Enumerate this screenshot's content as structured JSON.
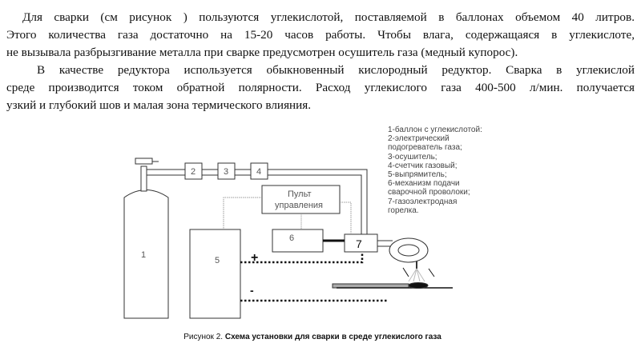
{
  "text": {
    "p1": [
      "Для сварки (см рисунок ) пользуются углекислотой, поставляемой в баллонах объемом 40 литров.",
      "Этого количества газа достаточно на 15-20 часов работы. Чтобы влага, содержащаяся в углекислоте,",
      "не вызывала разбрызгивание металла при сварке предусмотрен осушитель газа (медный купорос)."
    ],
    "p2": [
      "В качестве редуктора используется обыкновенный кислородный редуктор. Сварка в углекислой",
      "среде производится током обратной полярности. Расход углекислого газа 400-500 л/мин. получается",
      "узкий и глубокий шов и малая зона термического влияния."
    ]
  },
  "diagram": {
    "labels": {
      "cylinder": "1",
      "heater": "2",
      "dryer": "3",
      "meter": "4",
      "rectifier": "5",
      "feeder": "6",
      "torch": "7",
      "panel_line1": "Пульт",
      "panel_line2": "управления",
      "plus": "+",
      "minus": "-"
    },
    "legend": [
      "1-баллон с углекислотой:",
      "2-электрический",
      "подогреватель газа;",
      "3-осушитель;",
      "4-счетчик газовый;",
      "5-выпрямитель;",
      "6-механизм подачи",
      "сварочной проволоки;",
      "7-газоэлектродная",
      "горелка."
    ]
  },
  "caption": {
    "prefix": "Рисунок 2.",
    "title": "Схема установки для сварки в среде углекислого газа"
  }
}
